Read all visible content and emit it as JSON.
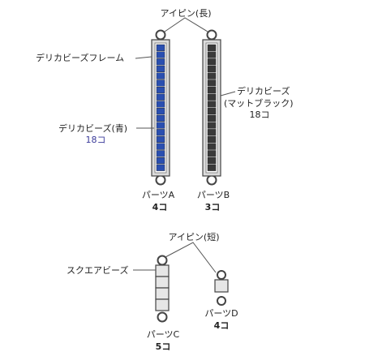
{
  "labels": {
    "eyepin_long": "アイピン(長)",
    "delica_frame": "デリカビーズフレーム",
    "delica_blue": "デリカビーズ(青)",
    "delica_blue_count": "18コ",
    "delica_black_l1": "デリカビーズ",
    "delica_black_l2": "(マットブラック)",
    "delica_black_count": "18コ",
    "part_a": "パーツA",
    "part_a_count": "4コ",
    "part_b": "パーツB",
    "part_b_count": "3コ",
    "eyepin_short": "アイピン(短)",
    "square_beads": "スクエアビーズ",
    "part_c": "パーツC",
    "part_c_count": "5コ",
    "part_d": "パーツD",
    "part_d_count": "4コ"
  },
  "colors": {
    "blue_bead": "#2a4fb0",
    "black_bead": "#3a3a3a",
    "frame": "#dcdcdc",
    "outline": "#444444",
    "count_blue": "#3a3a9a"
  }
}
